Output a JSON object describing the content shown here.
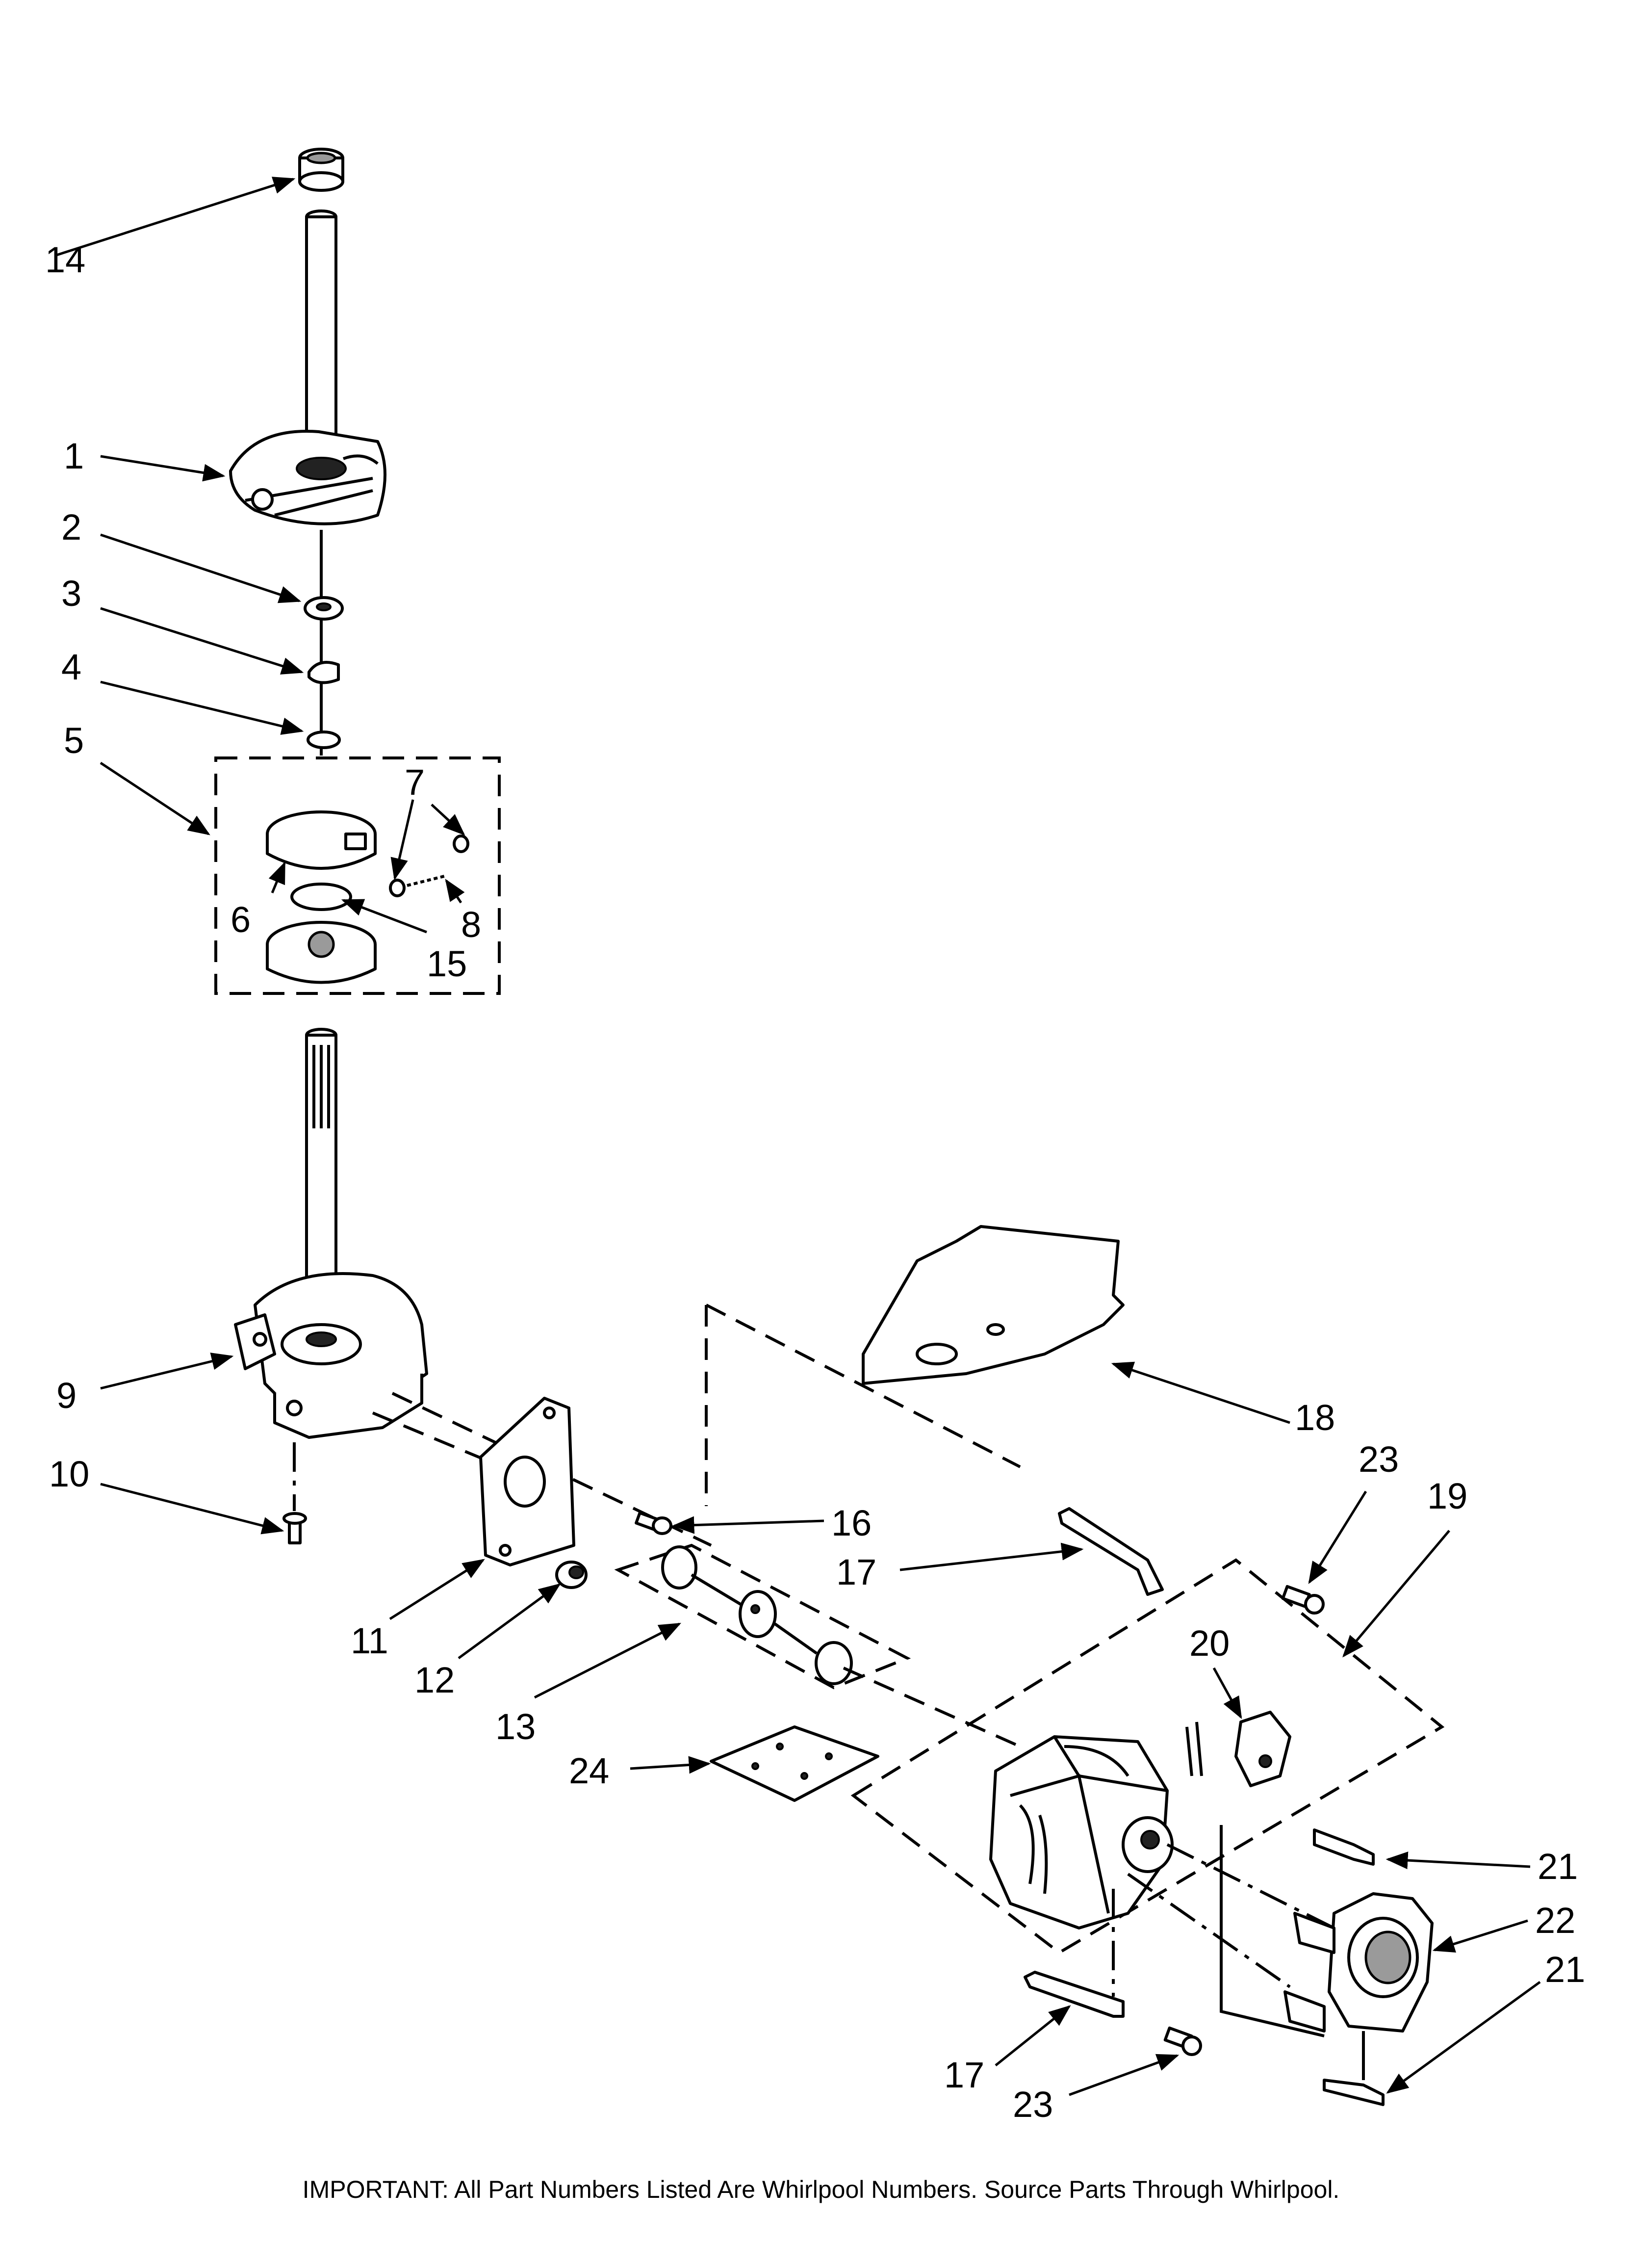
{
  "diagram": {
    "callouts": [
      {
        "id": "c14",
        "label": "14"
      },
      {
        "id": "c1",
        "label": "1"
      },
      {
        "id": "c2",
        "label": "2"
      },
      {
        "id": "c3",
        "label": "3"
      },
      {
        "id": "c4",
        "label": "4"
      },
      {
        "id": "c5",
        "label": "5"
      },
      {
        "id": "c7",
        "label": "7"
      },
      {
        "id": "c6",
        "label": "6"
      },
      {
        "id": "c8",
        "label": "8"
      },
      {
        "id": "c15",
        "label": "15"
      },
      {
        "id": "c9",
        "label": "9"
      },
      {
        "id": "c10",
        "label": "10"
      },
      {
        "id": "c11",
        "label": "11"
      },
      {
        "id": "c12",
        "label": "12"
      },
      {
        "id": "c13",
        "label": "13"
      },
      {
        "id": "c16",
        "label": "16"
      },
      {
        "id": "c17a",
        "label": "17"
      },
      {
        "id": "c18",
        "label": "18"
      },
      {
        "id": "c23a",
        "label": "23"
      },
      {
        "id": "c19",
        "label": "19"
      },
      {
        "id": "c20",
        "label": "20"
      },
      {
        "id": "c24",
        "label": "24"
      },
      {
        "id": "c21a",
        "label": "21"
      },
      {
        "id": "c22",
        "label": "22"
      },
      {
        "id": "c21b",
        "label": "21"
      },
      {
        "id": "c17b",
        "label": "17"
      },
      {
        "id": "c23b",
        "label": "23"
      }
    ],
    "footer": "IMPORTANT: All Part Numbers Listed Are Whirlpool Numbers. Source Parts Through Whirlpool."
  }
}
